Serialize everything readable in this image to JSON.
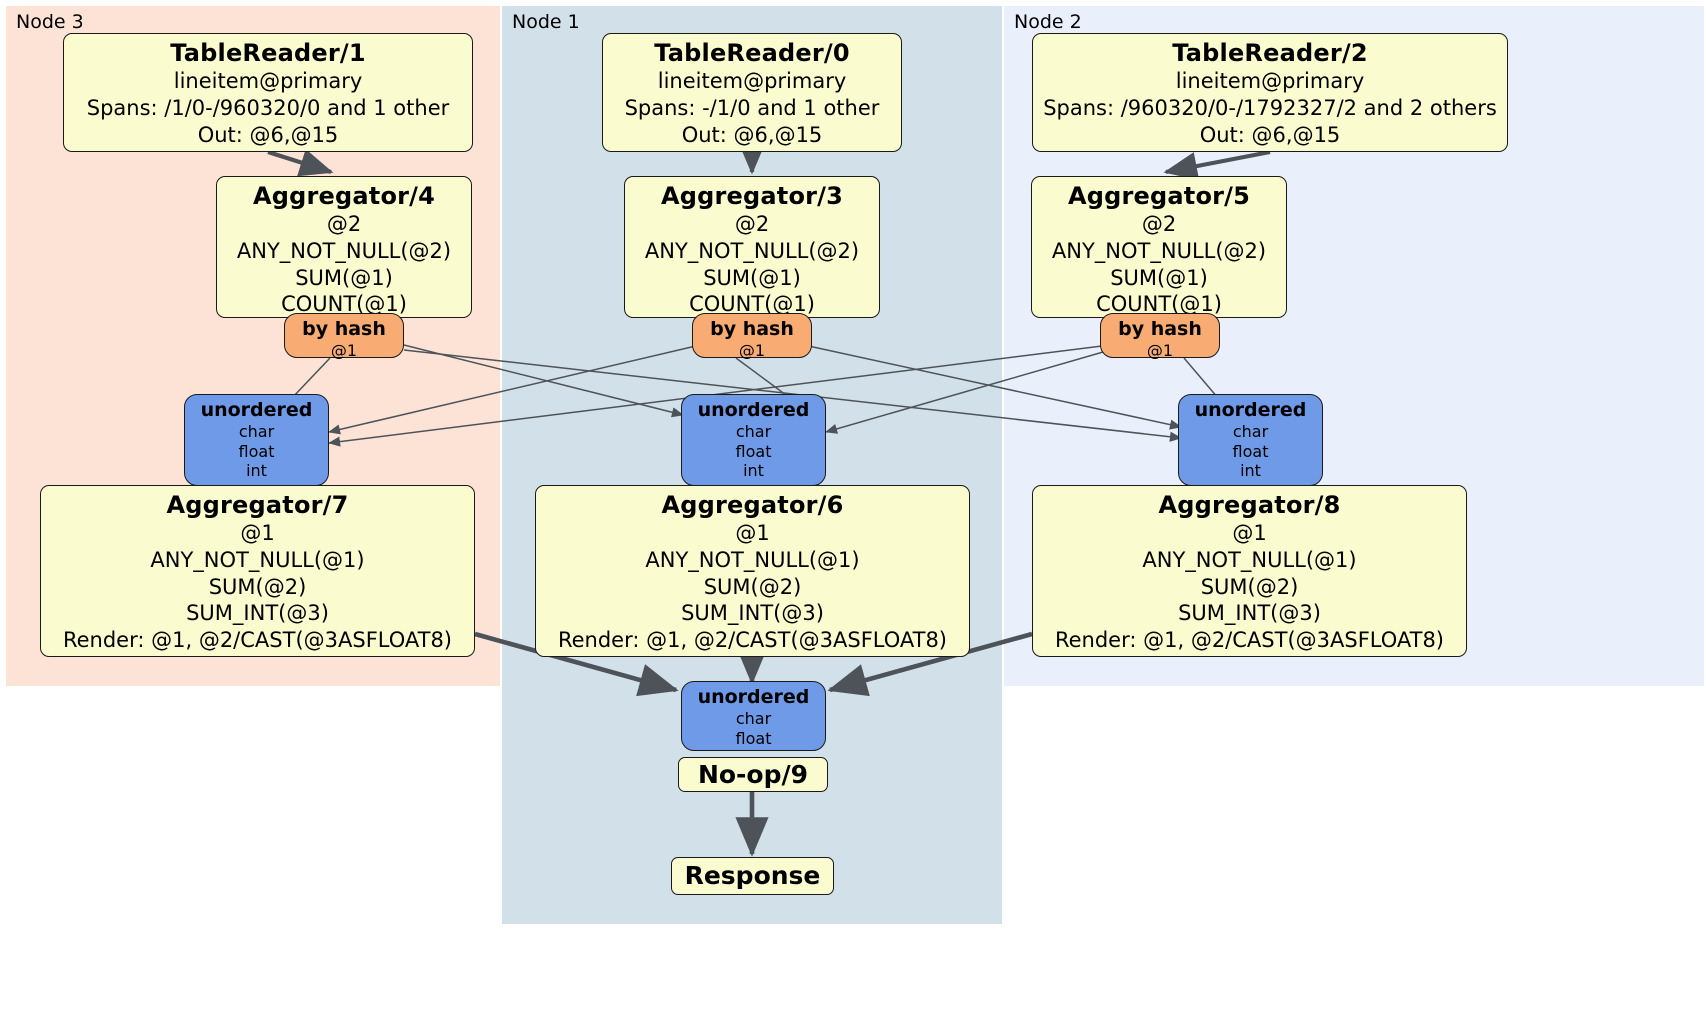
{
  "diagram": {
    "title": "Distributed query execution plan",
    "type": "dataflow-dag",
    "colors": {
      "node3_bg": "#fce3d6",
      "node1_bg": "#d2e0ea",
      "node2_bg": "#eaf0fb",
      "processor_fill": "#fbfbd0",
      "hash_router_fill": "#f8ab72",
      "unordered_router_fill": "#6f9ae8",
      "stroke": "#1a1a1a",
      "edge": "#4d5358"
    }
  },
  "clusters": [
    {
      "label": "Node 3"
    },
    {
      "label": "Node 1"
    },
    {
      "label": "Node 2"
    }
  ],
  "processors": {
    "tablereader_1": {
      "title": "TableReader/1",
      "lines": [
        "lineitem@primary",
        "Spans: /1/0-/960320/0 and 1 other",
        "Out: @6,@15"
      ]
    },
    "tablereader_0": {
      "title": "TableReader/0",
      "lines": [
        "lineitem@primary",
        "Spans: -/1/0 and 1 other",
        "Out: @6,@15"
      ]
    },
    "tablereader_2": {
      "title": "TableReader/2",
      "lines": [
        "lineitem@primary",
        "Spans: /960320/0-/1792327/2 and 2 others",
        "Out: @6,@15"
      ]
    },
    "aggregator_4": {
      "title": "Aggregator/4",
      "lines": [
        "@2",
        "ANY_NOT_NULL(@2)",
        "SUM(@1)",
        "COUNT(@1)"
      ]
    },
    "aggregator_3": {
      "title": "Aggregator/3",
      "lines": [
        "@2",
        "ANY_NOT_NULL(@2)",
        "SUM(@1)",
        "COUNT(@1)"
      ]
    },
    "aggregator_5": {
      "title": "Aggregator/5",
      "lines": [
        "@2",
        "ANY_NOT_NULL(@2)",
        "SUM(@1)",
        "COUNT(@1)"
      ]
    },
    "aggregator_7": {
      "title": "Aggregator/7",
      "lines": [
        "@1",
        "ANY_NOT_NULL(@1)",
        "SUM(@2)",
        "SUM_INT(@3)",
        "Render: @1, @2/CAST(@3ASFLOAT8)"
      ]
    },
    "aggregator_6": {
      "title": "Aggregator/6",
      "lines": [
        "@1",
        "ANY_NOT_NULL(@1)",
        "SUM(@2)",
        "SUM_INT(@3)",
        "Render: @1, @2/CAST(@3ASFLOAT8)"
      ]
    },
    "aggregator_8": {
      "title": "Aggregator/8",
      "lines": [
        "@1",
        "ANY_NOT_NULL(@1)",
        "SUM(@2)",
        "SUM_INT(@3)",
        "Render: @1, @2/CAST(@3ASFLOAT8)"
      ]
    },
    "noop_9": {
      "title": "No-op/9"
    },
    "response": {
      "title": "Response"
    }
  },
  "routers": {
    "hash_left": {
      "title": "by hash",
      "lines": [
        "@1"
      ]
    },
    "hash_mid": {
      "title": "by hash",
      "lines": [
        "@1"
      ]
    },
    "hash_right": {
      "title": "by hash",
      "lines": [
        "@1"
      ]
    },
    "unordered_left": {
      "title": "unordered",
      "lines": [
        "char",
        "float",
        "int"
      ]
    },
    "unordered_mid": {
      "title": "unordered",
      "lines": [
        "char",
        "float",
        "int"
      ]
    },
    "unordered_right": {
      "title": "unordered",
      "lines": [
        "char",
        "float",
        "int"
      ]
    },
    "unordered_final": {
      "title": "unordered",
      "lines": [
        "char",
        "float"
      ]
    }
  }
}
